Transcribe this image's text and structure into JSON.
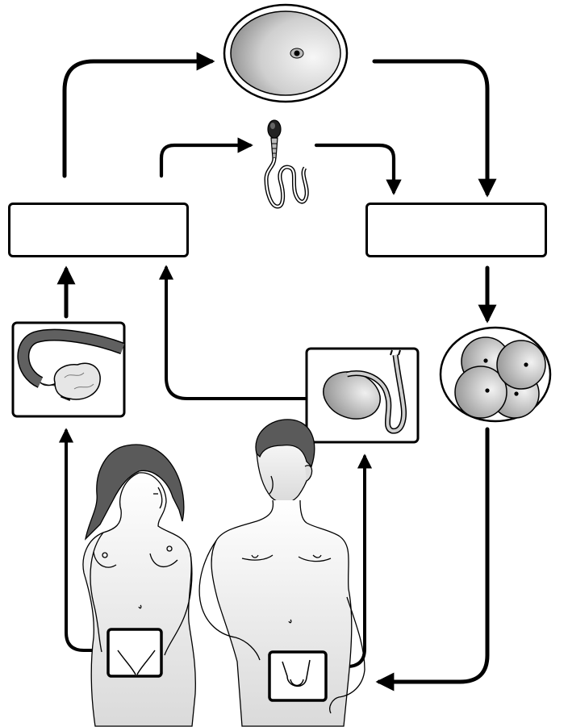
{
  "diagram": {
    "labels": {
      "left_box": "",
      "right_box": ""
    },
    "stroke_color": "#000000",
    "fill_light": "#e6e6e6",
    "fill_mid": "#b0b0b0",
    "nodes": [
      {
        "id": "egg",
        "icon": "egg-cell-icon"
      },
      {
        "id": "sperm",
        "icon": "sperm-cell-icon"
      },
      {
        "id": "four-cell",
        "icon": "four-cell-embryo-icon"
      },
      {
        "id": "ovary",
        "icon": "ovary-fallopian-tube-icon"
      },
      {
        "id": "testis",
        "icon": "testis-icon"
      },
      {
        "id": "female",
        "icon": "female-figure-icon"
      },
      {
        "id": "male",
        "icon": "male-figure-icon"
      }
    ]
  }
}
